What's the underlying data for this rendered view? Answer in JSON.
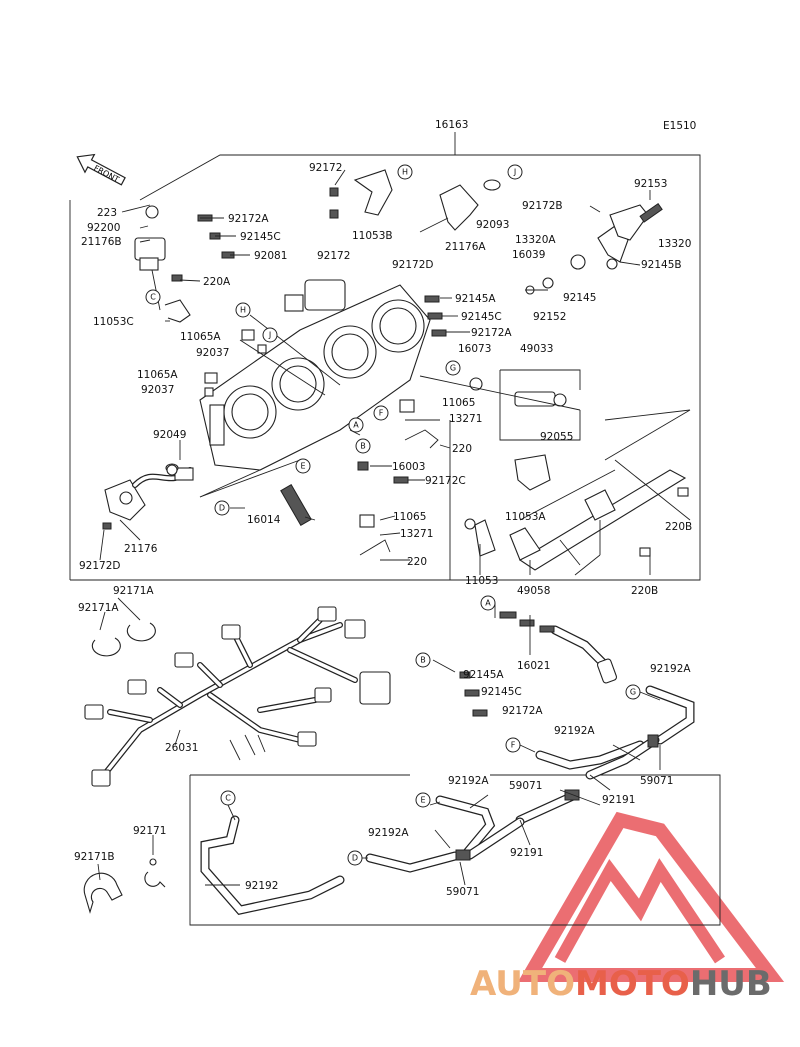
{
  "diagram_code": "E1510",
  "front_label": "FRONT",
  "parts": {
    "p16163": "16163",
    "p92172_top": "92172",
    "p92093": "92093",
    "p11053B": "11053B",
    "p21176A": "21176A",
    "p92172D_top": "92172D",
    "p92172B": "92172B",
    "p92153": "92153",
    "p13320A": "13320A",
    "p13320": "13320",
    "p16039": "16039",
    "p92145B": "92145B",
    "p92145": "92145",
    "p92152": "92152",
    "p223": "223",
    "p92200": "92200",
    "p21176B": "21176B",
    "p92172A_top": "92172A",
    "p92145C_top": "92145C",
    "p92081": "92081",
    "p92172_mid": "92172",
    "p220A": "220A",
    "p92145A_mid": "92145A",
    "p92145C_mid": "92145C",
    "p92172A_mid": "92172A",
    "p11053C": "11053C",
    "p11065A_1": "11065A",
    "p92037_1": "92037",
    "p16073": "16073",
    "p49033": "49033",
    "p11065A_2": "11065A",
    "p92037_2": "92037",
    "p11065_1": "11065",
    "p13271_1": "13271",
    "p92055": "92055",
    "p92049": "92049",
    "p220_1": "220",
    "p16003": "16003",
    "p92172C": "92172C",
    "p11053A": "11053A",
    "p220B": "220B",
    "p16014": "16014",
    "p11065_2": "11065",
    "p13271_2": "13271",
    "p21176": "21176",
    "p220_2": "220",
    "p92172D_bot": "92172D",
    "p11053": "11053",
    "p49058": "49058",
    "p220B_2": "220B",
    "p92171A_1": "92171A",
    "p92171A_2": "92171A",
    "p16021": "16021",
    "p92192A_1": "92192A",
    "p92145A_bot": "92145A",
    "p92145C_bot": "92145C",
    "p92172A_bot": "92172A",
    "p92192A_2": "92192A",
    "p26031": "26031",
    "p59071_1": "59071",
    "p59071_2": "59071",
    "p92192A_3": "92192A",
    "p92191_1": "92191",
    "p92171": "92171",
    "p92192A_4": "92192A",
    "p92191_2": "92191",
    "p92171B": "92171B",
    "p92192": "92192",
    "p59071_3": "59071"
  },
  "callouts": {
    "A": "A",
    "B": "B",
    "C": "C",
    "D": "D",
    "E": "E",
    "F": "F",
    "G": "G",
    "H": "H",
    "J": "J"
  },
  "watermark": {
    "part1": "AUTO",
    "part2": "MOTO",
    "part3": "HUB",
    "color_auto": "#f0b27a",
    "color_moto": "#e8604a",
    "color_hub": "#6b6b6b",
    "logo_color": "#e8555a"
  }
}
